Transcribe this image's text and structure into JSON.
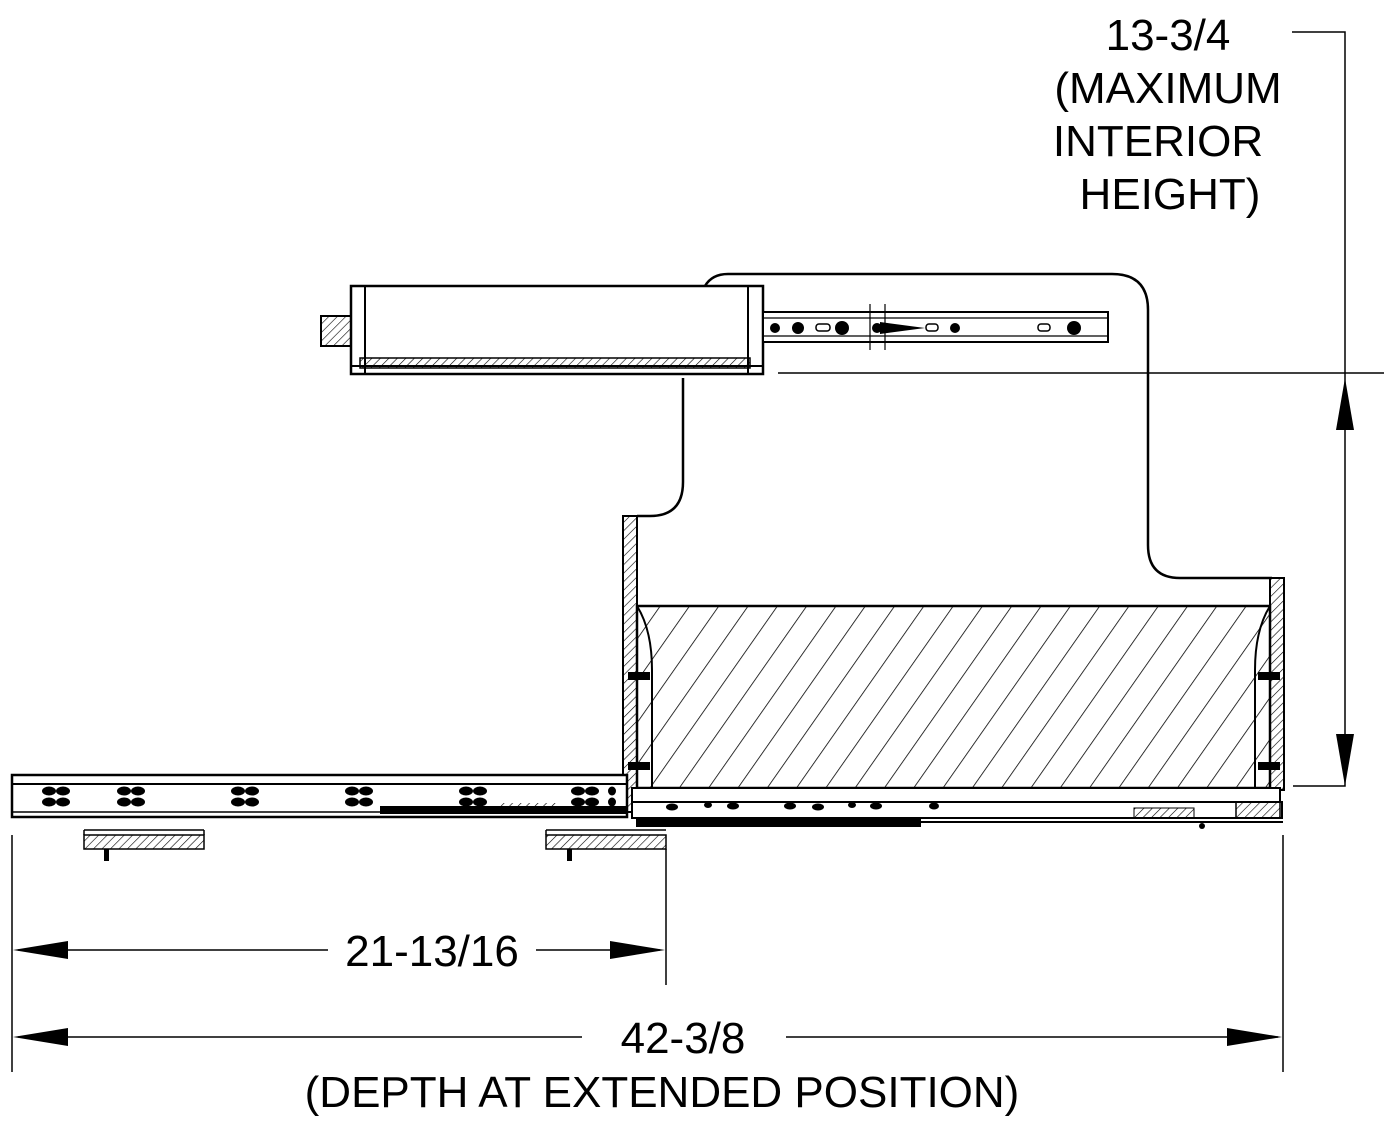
{
  "dimensions": {
    "height": {
      "value": "13-3/4",
      "note_line1": "(MAXIMUM",
      "note_line2": "INTERIOR",
      "note_line3": "HEIGHT)"
    },
    "retracted_depth": {
      "value": "21-13/16"
    },
    "extended_depth": {
      "value": "42-3/8",
      "note": "(DEPTH AT EXTENDED POSITION)"
    }
  },
  "colors": {
    "line": "#000000",
    "background": "#ffffff"
  }
}
